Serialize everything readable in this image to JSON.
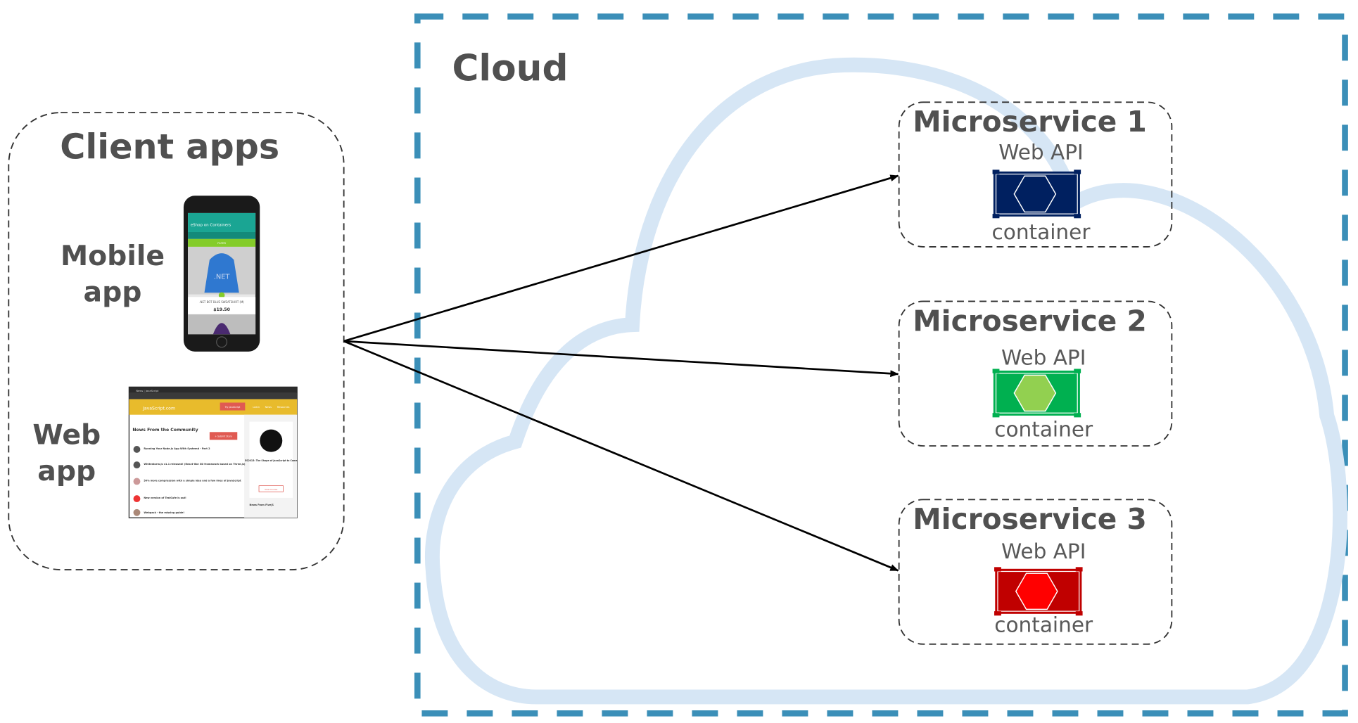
{
  "client": {
    "title": "Client apps",
    "mobile_label_1": "Mobile",
    "mobile_label_2": "app",
    "web_label_1": "Web",
    "web_label_2": "app",
    "mobile_screen": {
      "app_title": "eShop on Containers",
      "filter": "FILTER",
      "product_name": ".NET BOT BLUE SWEATSHIRT (M)",
      "price": "$19.50",
      "logo_text": ".NET"
    },
    "web_screen": {
      "tab": "News | JavaScript",
      "brand": "JavaScript.com",
      "try_button": "Try JavaScript",
      "nav": [
        "Learn",
        "News",
        "Resources"
      ],
      "heading": "News From the Community",
      "submit": "+ Submit Story",
      "items": [
        "Running Your Node.js App With Systemd - Part 2",
        "Whitestorm.js v1.1 released! (React-like 3D framework based on Three.js)",
        "50% more compression with a simple idea and a few lines of JavaScript",
        "New version of TestCafe is out!",
        "Webpack - the missing guide!"
      ],
      "side_title": "ES2015: The Shape of JavaScript to Come",
      "side_button": "View Course",
      "side_heading": "News From Five|S"
    }
  },
  "cloud": {
    "title": "Cloud",
    "border_color": "#3b8fb8",
    "cloud_color": "#d6e6f5"
  },
  "microservices": [
    {
      "title": "Microservice 1",
      "api": "Web API",
      "container": "container",
      "color": "#002060",
      "hex_color": "#002060"
    },
    {
      "title": "Microservice 2",
      "api": "Web API",
      "container": "container",
      "color": "#00b050",
      "hex_color": "#92d050"
    },
    {
      "title": "Microservice 3",
      "api": "Web API",
      "container": "container",
      "color": "#c00000",
      "hex_color": "#ff0000"
    }
  ]
}
